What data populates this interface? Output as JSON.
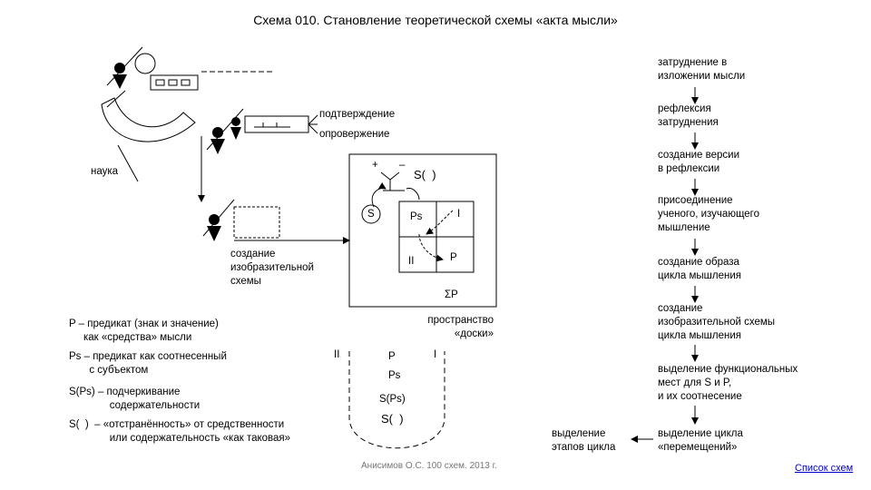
{
  "title": "Схема 010. Становление теоретической схемы «акта мысли»",
  "labels": {
    "confirmation": "подтверждение",
    "refutation": "опровержение",
    "science": "наука",
    "plus": "+",
    "minus": "–",
    "s_blank": "S(  )",
    "s": "S",
    "ps": "Ps",
    "roman_1": "I",
    "roman_2": "II",
    "p": "P",
    "sigma_p": "ΣP",
    "board_space": "пространство\n«доски»",
    "creation_image": "создание\nизобразительной\nсхемы",
    "u_roman_2": "II",
    "u_roman_1": "I",
    "u_p": "P",
    "u_ps": "Ps",
    "u_sps": "S(Ps)",
    "u_s_blank": "S(  )"
  },
  "legend": [
    "P – предикат (знак и значение)\n     как «средства» мысли",
    "Ps – предикат как соотнесенный\n       с субъектом",
    "S(Ps) – подчеркивание\n              содержательности",
    "S(  )  – «отстранённость» от средственности\n              или содержательность «как таковая»"
  ],
  "steps": [
    "затруднение в\nизложении мысли",
    "рефлексия\nзатруднения",
    "создание версии\nв рефлексии",
    "присоединение\nученого, изучающего\nмышление",
    "создание образа\nцикла мышления",
    "создание\nизобразительной схемы\nцикла мышления",
    "выделение функциональных\nмест для S и P,\nи их соотнесение",
    "выделение цикла\n«перемещений»"
  ],
  "stage_label": "выделение\nэтапов цикла",
  "credit": "Анисимов О.С. 100 схем. 2013 г.",
  "link": "Список схем"
}
